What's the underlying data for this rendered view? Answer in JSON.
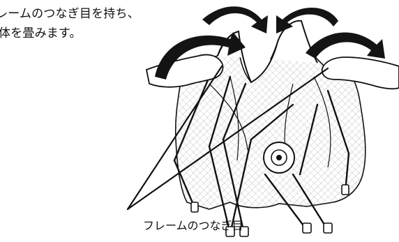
{
  "instructions": {
    "line1": "レームのつなぎ目を持ち、",
    "line2": "体を畳みます。"
  },
  "callout": {
    "label": "フレームのつなぎ目"
  },
  "colors": {
    "ink": "#111111",
    "arrow": "#141414",
    "background": "#ffffff",
    "mesh": "#9a9a9a"
  },
  "icons": {
    "fold_arrows": "curved-arrow-icon"
  }
}
